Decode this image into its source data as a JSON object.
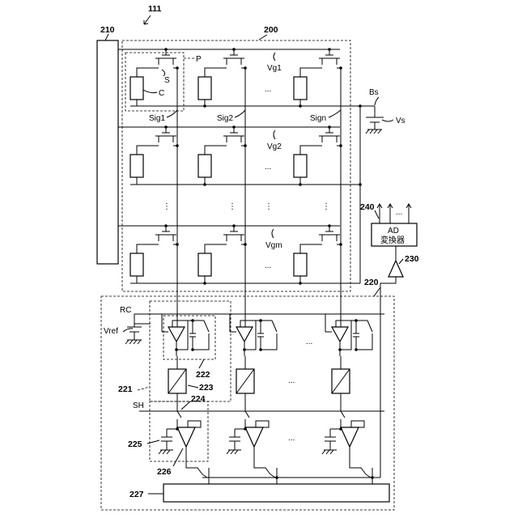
{
  "figure": {
    "ref_main": "111",
    "label_210": "210",
    "label_200": "200",
    "label_P": "P",
    "label_S": "S",
    "label_C": "C",
    "row_gates": [
      "Vg1",
      "Vg2",
      "Vgm"
    ],
    "signal_lines": [
      "Sig1",
      "Sig2",
      "Sign"
    ],
    "label_Bs": "Bs",
    "label_Vs": "Vs",
    "label_240": "240",
    "ad_line1": "AD",
    "ad_line2": "変換器",
    "label_230": "230",
    "label_220": "220",
    "label_RC": "RC",
    "label_Vref": "Vref",
    "label_221": "221",
    "label_222": "222",
    "label_223": "223",
    "label_224": "224",
    "label_SH": "SH",
    "label_225": "225",
    "label_226": "226",
    "label_227": "227",
    "ellipsis": "...",
    "vdots": "⋮"
  }
}
